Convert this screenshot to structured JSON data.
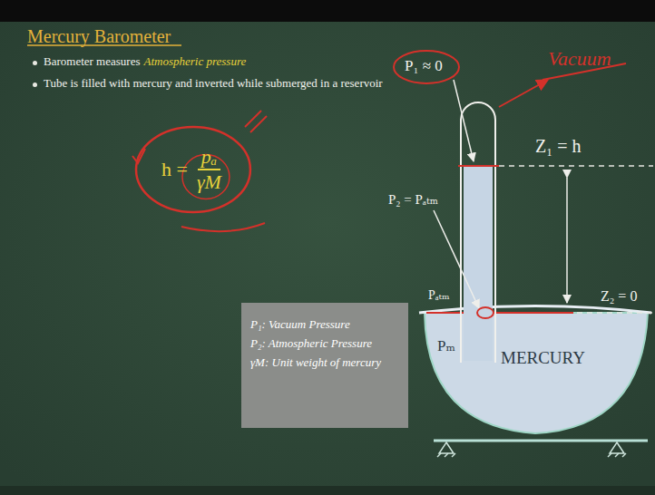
{
  "diagram": {
    "title": "Mercury Barometer",
    "nodes": [
      {
        "text": [
          "h =",
          "pₐ",
          "γM"
        ]
      },
      {
        "text": [
          "P₁: Vacuum Pressure",
          "P₂: Atmospheric Pressure",
          "γM: Unit weight of mercury"
        ]
      }
    ],
    "labels": [
      "Barometer measures",
      "Atmospheric pressure",
      "Tube is filled with mercury and inverted while submerged in a reservoir",
      "P₁ ≈ 0",
      "Vacuum",
      "Z₁ = h",
      "P₂ = Pₐₜₘ",
      "Pₐₜₘ",
      "Z₂ = 0",
      "Pₘ",
      "MERCURY"
    ]
  }
}
